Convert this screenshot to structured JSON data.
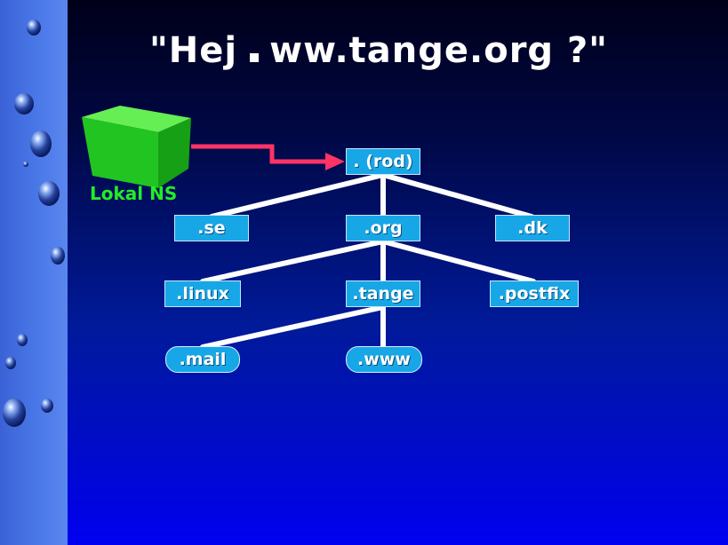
{
  "slide": {
    "title_before": "\"Hej",
    "title_after": "ww.tange.org ?\""
  },
  "local_ns": {
    "label": "Lokal NS"
  },
  "tree": {
    "root": ". (rod)",
    "se": ".se",
    "org": ".org",
    "dk": ".dk",
    "linux": ".linux",
    "tange": ".tange",
    "postfix": ".postfix",
    "mail": ".mail",
    "www": ".www"
  },
  "colors": {
    "node_fill": "#18a7e6",
    "arrow": "#ff3366",
    "cube": "#22cc22",
    "label_green": "#22ee22"
  }
}
